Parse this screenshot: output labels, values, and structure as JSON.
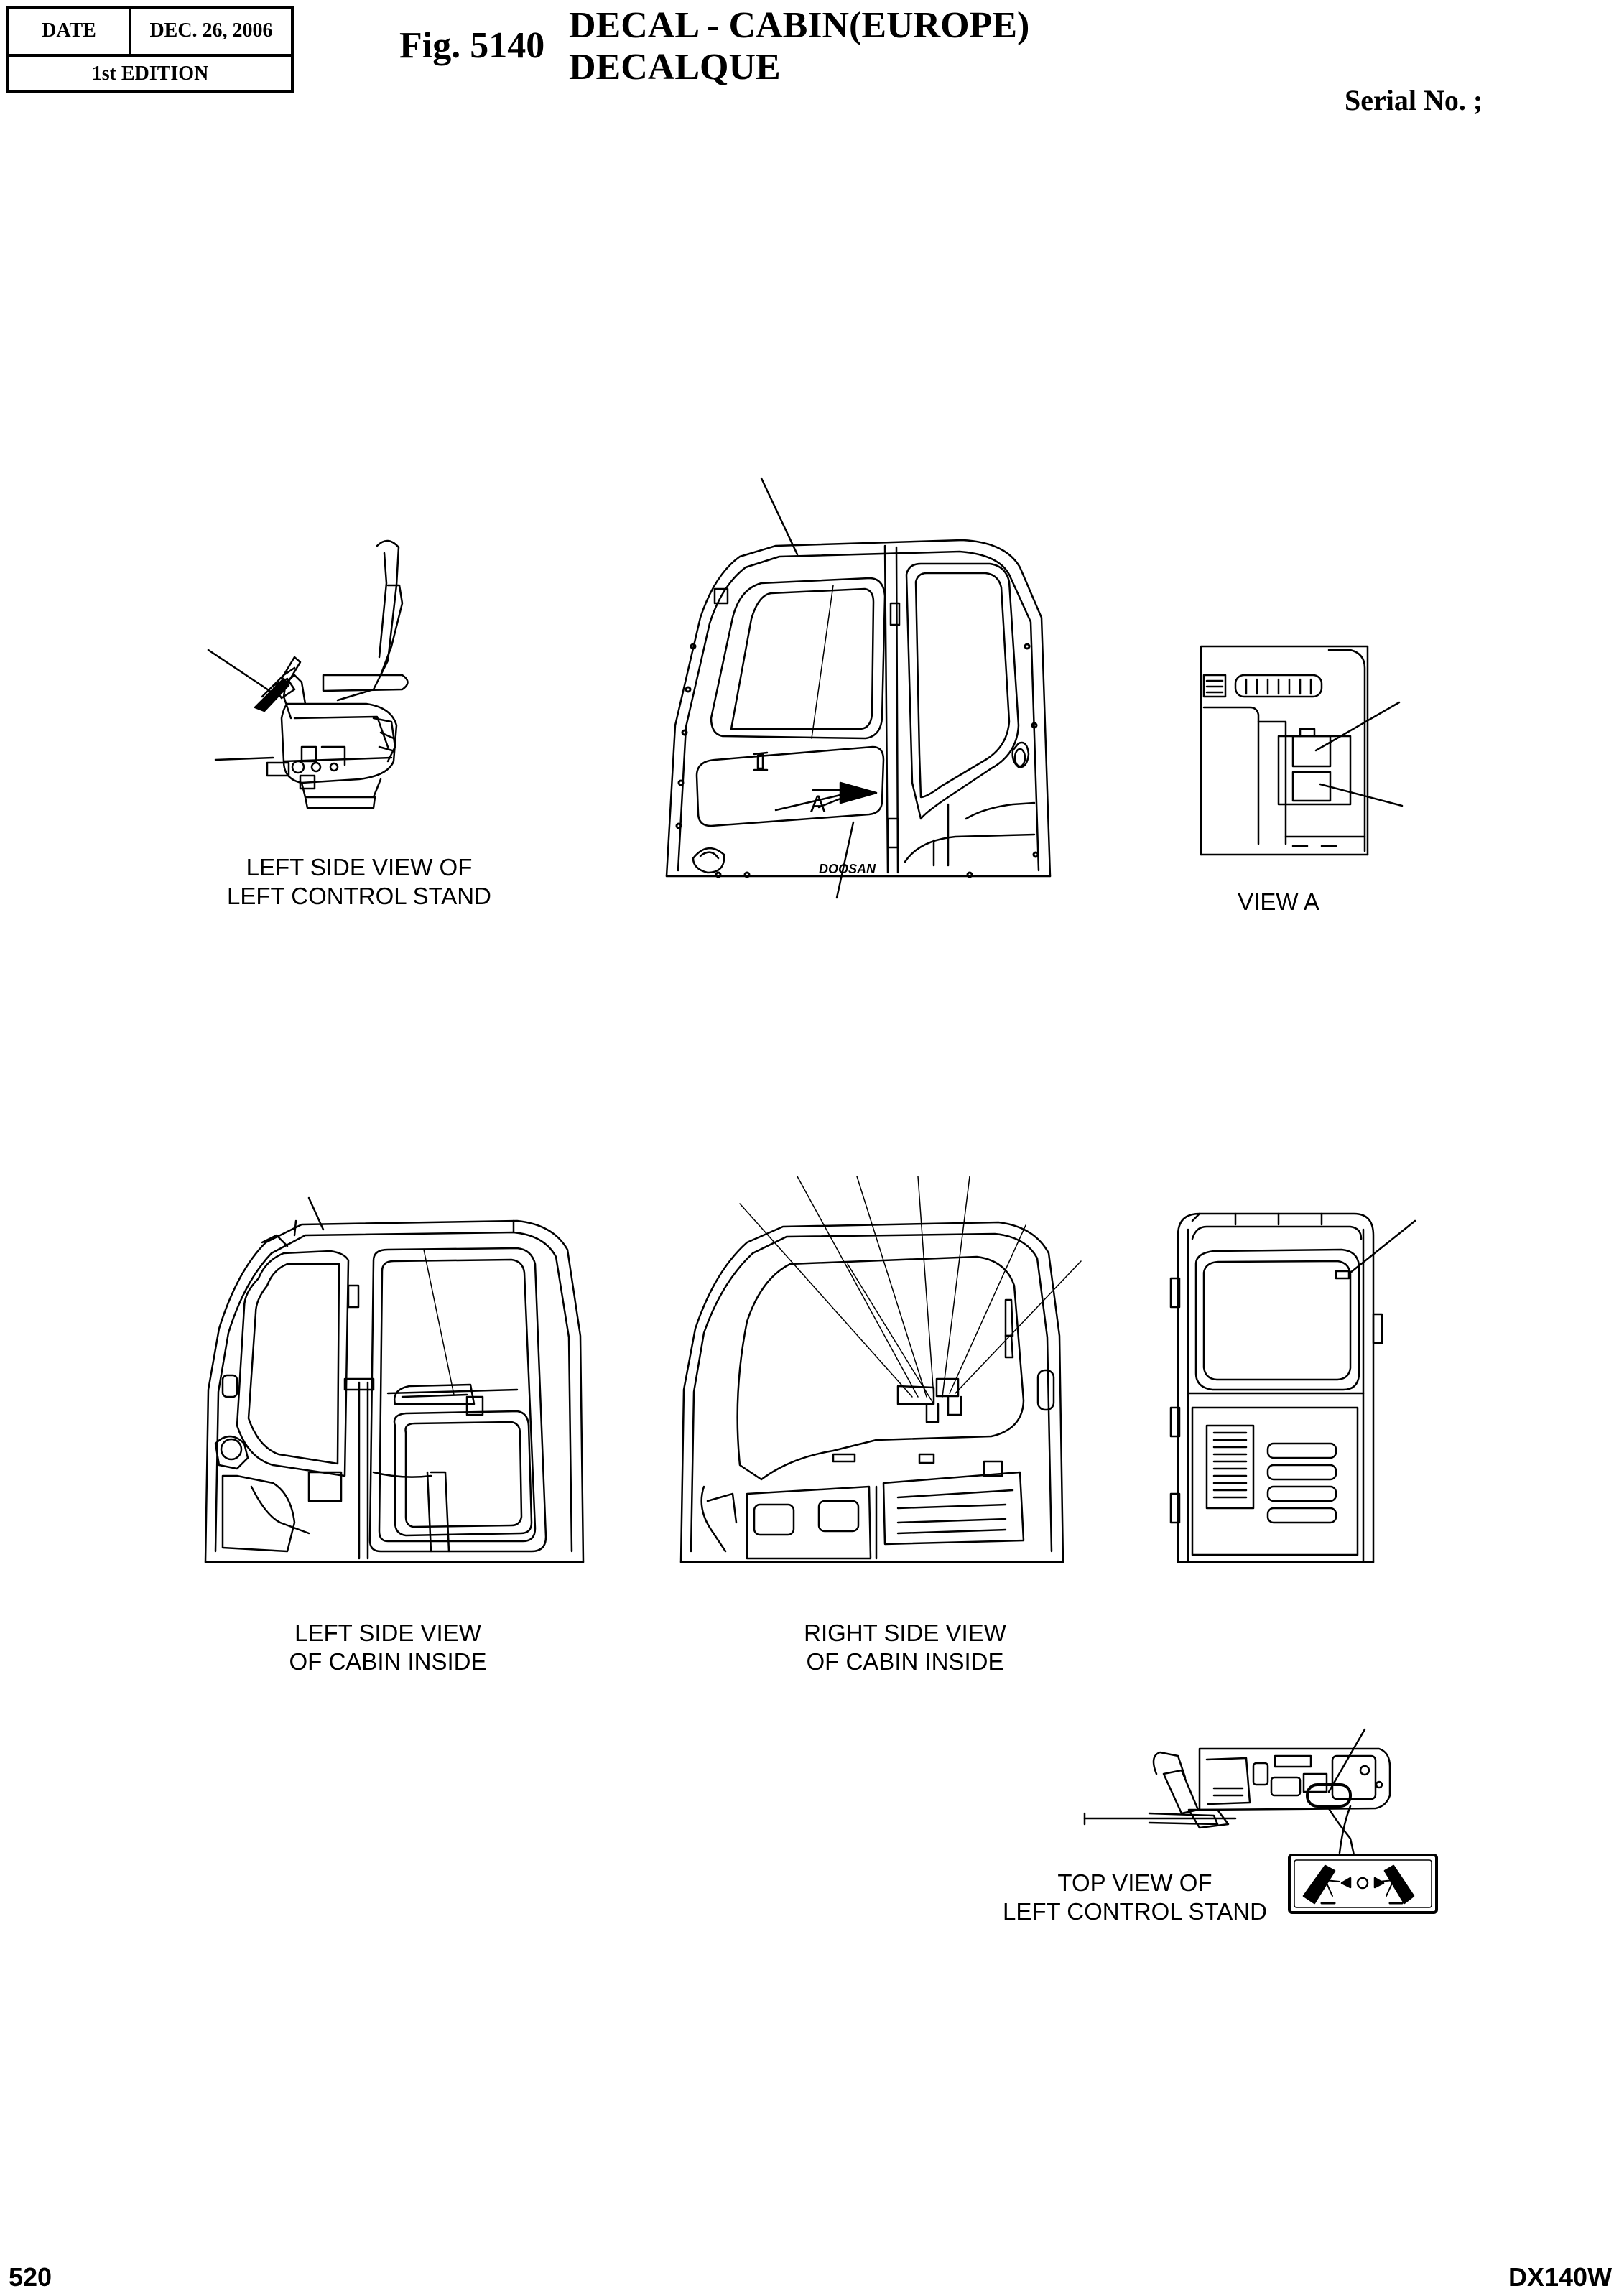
{
  "header": {
    "date_label": "DATE",
    "date_value": "DEC. 26, 2006",
    "edition": "1st EDITION",
    "fig_number": "Fig. 5140",
    "title_line1": "DECAL  -  CABIN(EUROPE)",
    "title_line2": "DECALQUE",
    "serial": "Serial No. ;"
  },
  "views": {
    "seat": [
      "LEFT SIDE VIEW OF",
      "LEFT CONTROL STAND"
    ],
    "cabin_exterior_marker": "A",
    "view_a": "VIEW A",
    "left_inside": [
      "LEFT SIDE VIEW",
      "OF CABIN INSIDE"
    ],
    "right_inside": [
      "RIGHT SIDE VIEW",
      "OF CABIN INSIDE"
    ],
    "top_view": [
      "TOP VIEW OF",
      "LEFT CONTROL STAND"
    ],
    "cabin_logo": "DOOSAN"
  },
  "footer": {
    "page_number": "520",
    "model": "DX140W"
  }
}
